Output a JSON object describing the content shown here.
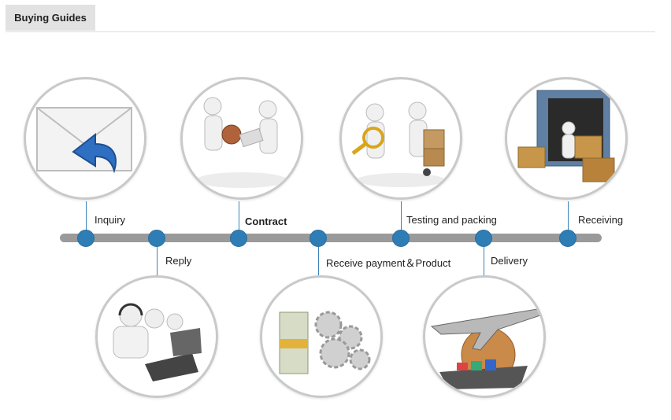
{
  "header": {
    "tab_label": "Buying Guides"
  },
  "colors": {
    "timeline": "#9a9a9a",
    "node": "#2e7db5",
    "connector": "#3b84ba",
    "circle_border": "#c9c9c9"
  },
  "steps": [
    {
      "label": "Inquiry",
      "icon": "envelope-reply-icon"
    },
    {
      "label": "Reply",
      "icon": "call-center-icon"
    },
    {
      "label": "Contract",
      "icon": "contract-signing-icon"
    },
    {
      "label": "Receive payment＆Product",
      "icon": "money-gears-icon"
    },
    {
      "label": "Testing and packing",
      "icon": "testing-packing-icon"
    },
    {
      "label": "Delivery",
      "icon": "plane-ship-globe-icon"
    },
    {
      "label": "Receiving",
      "icon": "container-boxes-icon"
    }
  ]
}
